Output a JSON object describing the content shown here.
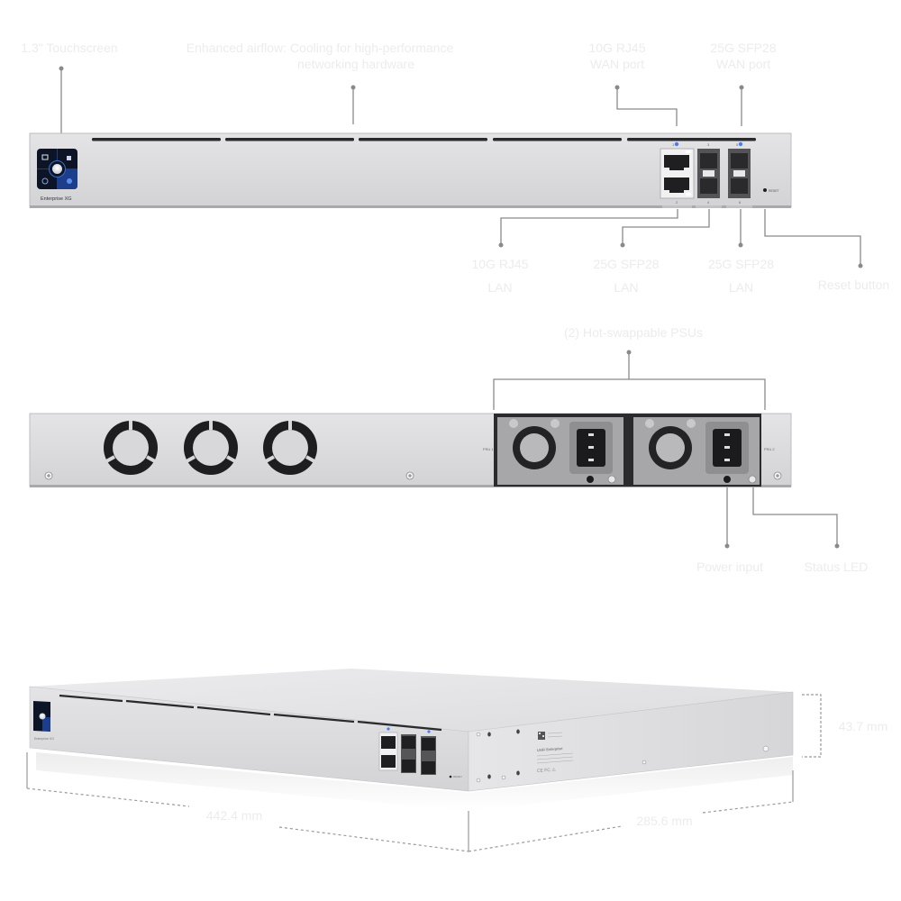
{
  "front_view": {
    "callouts": {
      "touchscreen": "1.3\" Touchscreen",
      "airflow": [
        "Enhanced airflow: Cooling for high-performance",
        "networking hardware"
      ],
      "port_wan_10g": [
        "10G RJ45",
        "WAN port"
      ],
      "port_wan_25g": [
        "25G SFP28",
        "WAN port"
      ],
      "port_lan_10g": [
        "10G RJ45",
        "LAN"
      ],
      "port_lan_sfp": [
        "25G SFP28",
        "LAN"
      ],
      "port_lan_sfp2": [
        "25G SFP28",
        "LAN"
      ],
      "reset": "Reset button"
    },
    "brand_label": "Enterprise XG",
    "port_numbers": [
      "1",
      "2",
      "3",
      "4",
      "5",
      "6"
    ],
    "port_sublabels": [
      "LAN",
      "LAN",
      "LAN"
    ],
    "reset_label": "RESET"
  },
  "rear_view": {
    "callouts": {
      "psu": "(2) Hot-swappable PSUs",
      "power_input": "Power input",
      "status_led": "Status LED"
    },
    "psu_labels": [
      "PSU 1",
      "PSU 2"
    ]
  },
  "perspective_view": {
    "brand_label": "Enterprise XG",
    "side_brand": "UniFi Enterprise",
    "reset_label": "RESET",
    "dimensions": {
      "width": "442.4 mm",
      "depth": "285.6 mm",
      "height": "43.7 mm"
    }
  },
  "colors": {
    "chassis": "#d9d9db",
    "chassis_edge": "#b9b9bc",
    "screen": "#0d1425",
    "accent_blue": "#3a72e8",
    "callout_line": "#8a8a8a",
    "label_text": "#ececec"
  }
}
